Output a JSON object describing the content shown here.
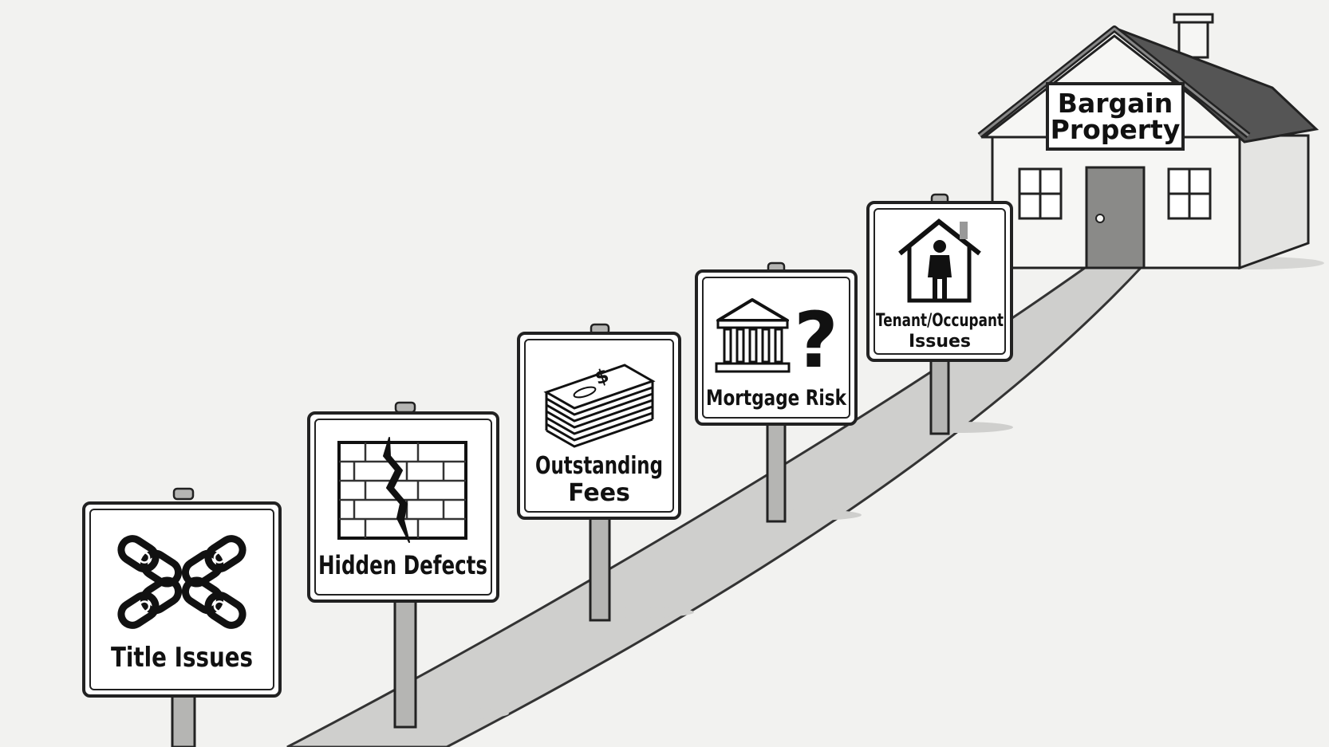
{
  "house": {
    "label_line1": "Bargain",
    "label_line2": "Property"
  },
  "signs": [
    {
      "line1": "Title Issues",
      "line2": "",
      "icon": "broken-chain-icon"
    },
    {
      "line1": "Hidden Defects",
      "line2": "",
      "icon": "cracked-wall-icon"
    },
    {
      "line1": "Outstanding",
      "line2": "Fees",
      "icon": "money-stack-icon"
    },
    {
      "line1": "Mortgage Risk",
      "line2": "",
      "icon": "bank-question-icon"
    },
    {
      "line1": "Tenant/Occupant",
      "line2": "Issues",
      "icon": "occupant-house-icon"
    }
  ],
  "colors": {
    "background": "#f2f2f0",
    "path": "#cfcfcd",
    "ink": "#111111",
    "roof": "#555555",
    "door": "#8a8a88",
    "post": "#b5b5b3"
  }
}
